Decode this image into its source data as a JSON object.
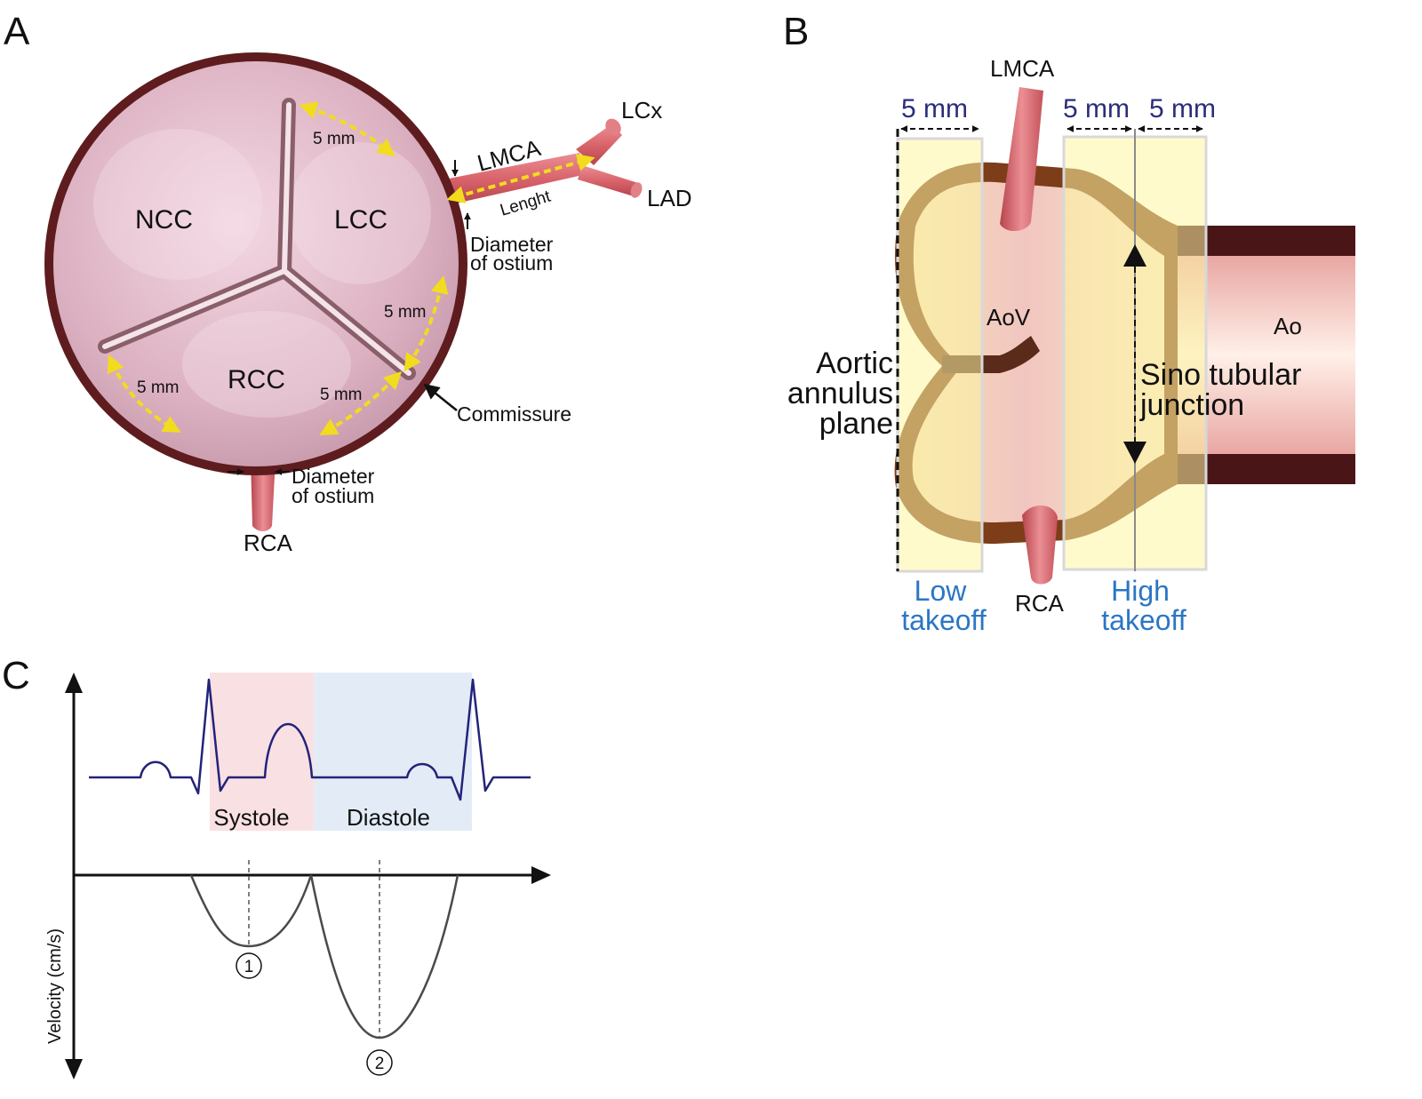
{
  "panels": {
    "a": "A",
    "b": "B",
    "c": "C"
  },
  "panel_a": {
    "cusps": {
      "ncc": "NCC",
      "lcc": "LCC",
      "rcc": "RCC"
    },
    "vessels": {
      "lmca": "LMCA",
      "lcx": "LCx",
      "lad": "LAD",
      "rca": "RCA"
    },
    "length_label": "Lenght",
    "ostium_top": {
      "line1": "Diameter",
      "line2": "of ostium"
    },
    "ostium_bottom": {
      "line1": "Diameter",
      "line2": "of ostium"
    },
    "commissure": "Commissure",
    "distances": {
      "d1": "5 mm",
      "d2": "5 mm",
      "d3": "5 mm",
      "d4": "5 mm"
    }
  },
  "panel_b": {
    "lmca": "LMCA",
    "rca": "RCA",
    "aov": "AoV",
    "ao": "Ao",
    "annulus": {
      "line1": "Aortic",
      "line2": "annulus",
      "line3": "plane"
    },
    "stj": {
      "line1": "Sino tubular",
      "line2": "junction"
    },
    "low": {
      "line1": "Low",
      "line2": "takeoff"
    },
    "high": {
      "line1": "High",
      "line2": "takeoff"
    },
    "mm_low": "5 mm",
    "mm_high1": "5 mm",
    "mm_high2": "5 mm"
  },
  "panel_c": {
    "systole": "Systole",
    "diastole": "Diastole",
    "ylabel": "Velocity (cm/s)",
    "peak1": "1",
    "peak2": "2"
  },
  "colors": {
    "arrow_yellow": "#f2dc1e",
    "takeoff_blue": "#2b76c4",
    "mm_navy": "#2b2d7a",
    "ecg_navy": "#23237a",
    "systole_pink": "#f9e1e3",
    "diastole_blue": "#e3ecf6",
    "zone_yellow": "#fdf6a3",
    "vessel_pink": "#d9646c"
  }
}
